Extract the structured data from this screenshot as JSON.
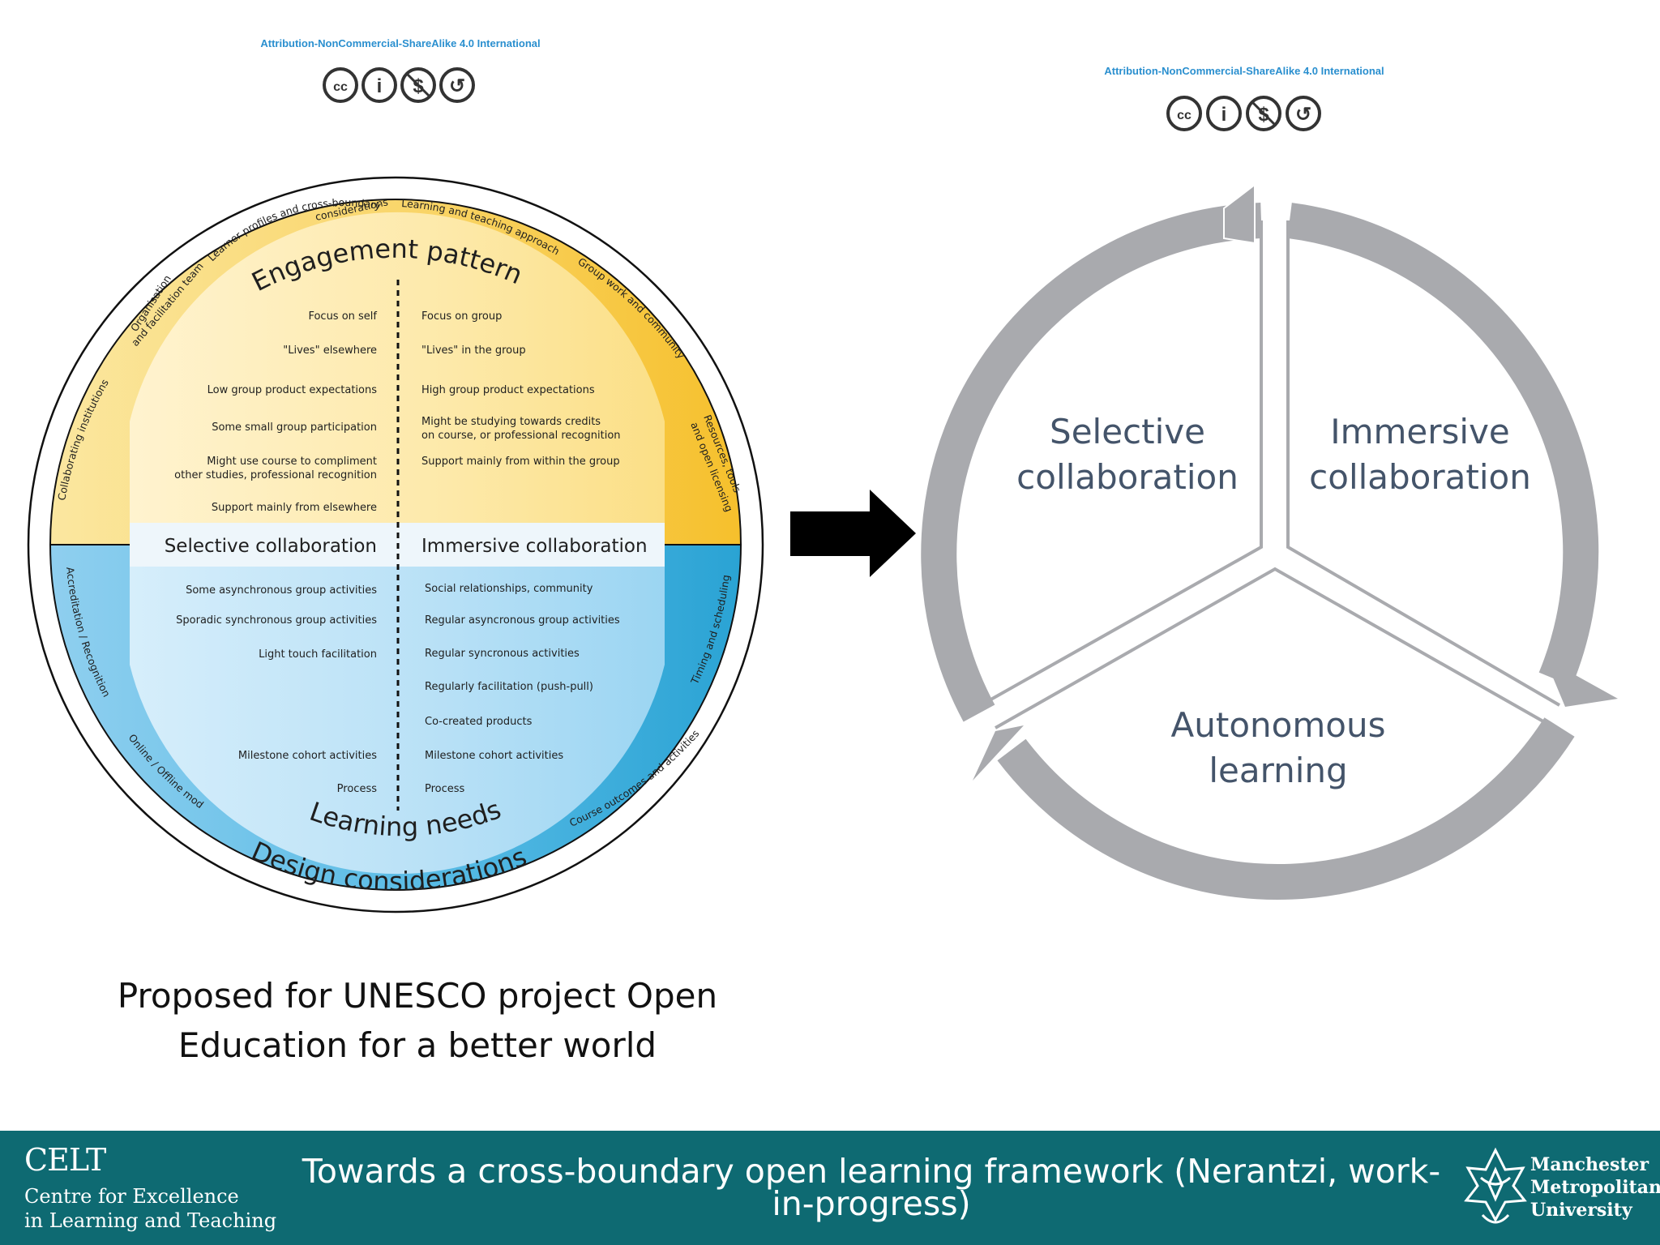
{
  "license": {
    "text_left": "Attribution-NonCommercial-ShareAlike 4.0 International",
    "text_right": "Attribution-NonCommercial-ShareAlike 4.0 International",
    "icons": [
      "cc-icon",
      "attribution-icon",
      "noncommercial-icon",
      "sharealike-icon"
    ],
    "glyphs": [
      "cc",
      "i",
      "$",
      "↺"
    ]
  },
  "framework": {
    "top_title": "Engagement patterns",
    "bottom_title": "Learning needs",
    "outer_title": "Design considerations",
    "selective_label": "Selective collaboration",
    "immersive_label": "Immersive collaboration",
    "top_left_items": [
      "Focus on self",
      "\"Lives\" elsewhere",
      "Low group product expectations",
      "Some small group participation",
      "Might use course to compliment",
      "other studies, professional recognition",
      "Support mainly from elsewhere"
    ],
    "top_right_items": [
      "Focus on group",
      "\"Lives\" in the group",
      "High group product expectations",
      "Might be studying towards credits",
      "on course, or professional recognition",
      "Support mainly from within the group"
    ],
    "bottom_left_items": [
      "Some asynchronous group activities",
      "Sporadic synchronous group activities",
      "Light touch facilitation",
      "Milestone cohort activities",
      "Process"
    ],
    "bottom_right_items": [
      "Social relationships, community",
      "Regular asyncronous group activities",
      "Regular syncronous activities",
      "Regularly facilitation (push-pull)",
      "Co-created products",
      "Milestone cohort activities",
      "Process"
    ],
    "ring_labels": [
      "Learner profiles and cross-boundary",
      "considerations",
      "Learning and teaching approach",
      "Group work and community",
      "Resources, tools",
      "and open licensing",
      "Timing and scheduling",
      "Course outcomes and activities",
      "Online / Offline mode",
      "Accreditation / Recognition",
      "Collaborating institutions",
      "Organisation",
      "and facilitation team"
    ],
    "colors": {
      "yellow": "#f7c53b",
      "yellow_light": "#fdecb6",
      "blue": "#35a9d8",
      "blue_light": "#c8e7f8"
    }
  },
  "arrow_icon": "right-arrow-icon",
  "cycle": {
    "selective": [
      "Selective",
      "collaboration"
    ],
    "immersive": [
      "Immersive",
      "collaboration"
    ],
    "autonomous": [
      "Autonomous",
      "learning"
    ],
    "ring_color": "#a9aaae",
    "text_color": "#44546a"
  },
  "caption": {
    "line1": "Proposed for UNESCO project Open",
    "line2": "Education for a better world"
  },
  "footer": {
    "abbr": "CELT",
    "name_line1": "Centre for Excellence",
    "name_line2": "in Learning and Teaching",
    "title": "Towards a cross-boundary open learning framework (Nerantzi, work-in-progress)",
    "university_line1": "Manchester",
    "university_line2": "Metropolitan",
    "university_line3": "University",
    "background": "#0e6a72"
  }
}
